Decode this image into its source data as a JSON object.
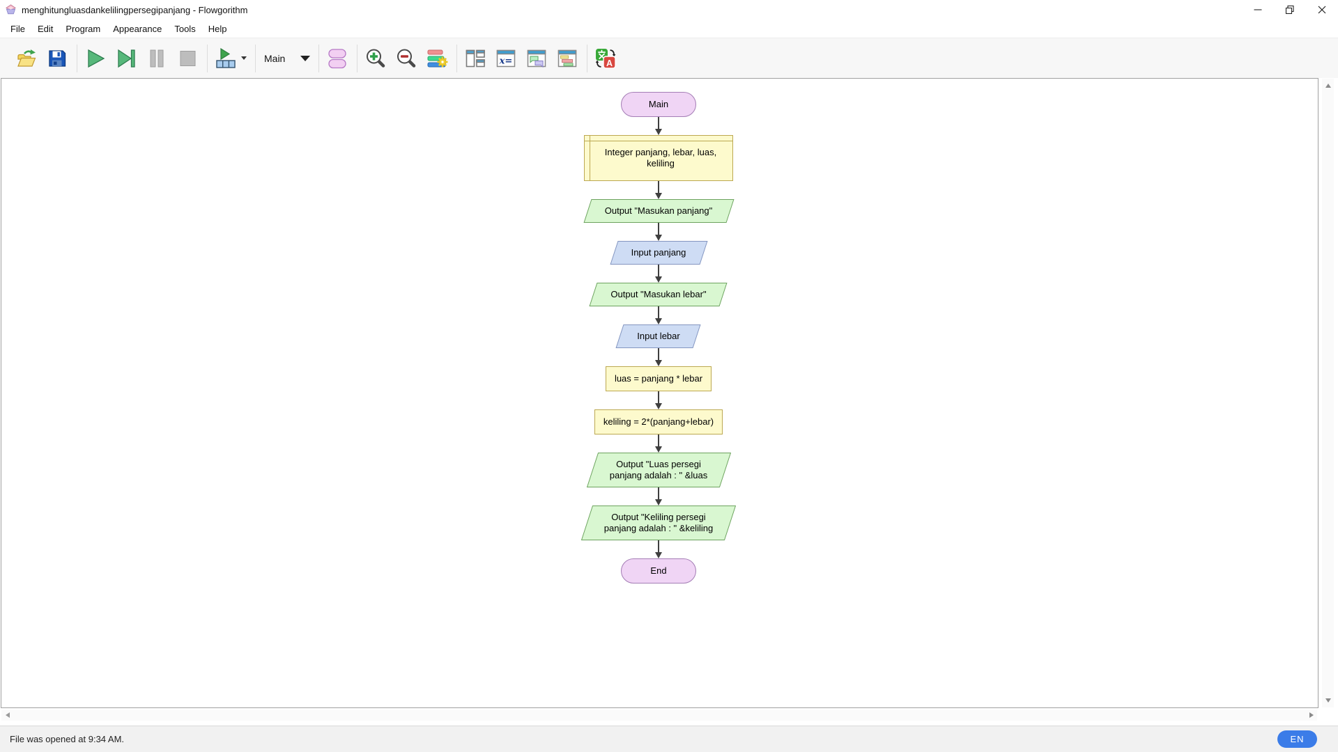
{
  "window": {
    "title": "menghitungluasdankelilingpersegipanjang - Flowgorithm",
    "app_icon": "flowgorithm-logo",
    "controls": [
      "minimize",
      "restore",
      "close"
    ]
  },
  "menu": {
    "items": [
      "File",
      "Edit",
      "Program",
      "Appearance",
      "Tools",
      "Help"
    ]
  },
  "toolbar": {
    "function_selector": "Main",
    "icons": [
      "open",
      "save",
      "run",
      "step",
      "pause",
      "stop",
      "run-to-window",
      "shape-style",
      "zoom-in",
      "zoom-out",
      "layout-settings",
      "window-layout",
      "variable-watch",
      "console",
      "source-viewer",
      "translate"
    ]
  },
  "flowchart": {
    "nodes": [
      {
        "type": "terminal",
        "text": "Main"
      },
      {
        "type": "declare",
        "text": "Integer panjang, lebar, luas,\nkeliling"
      },
      {
        "type": "output",
        "text": "Output \"Masukan panjang\""
      },
      {
        "type": "input",
        "text": "Input panjang"
      },
      {
        "type": "output",
        "text": "Output \"Masukan lebar\""
      },
      {
        "type": "input",
        "text": "Input lebar"
      },
      {
        "type": "assign",
        "text": "luas = panjang * lebar"
      },
      {
        "type": "assign",
        "text": "keliling = 2*(panjang+lebar)"
      },
      {
        "type": "output",
        "text": "Output \"Luas persegi\npanjang adalah : \" &luas"
      },
      {
        "type": "output",
        "text": "Output \"Keliling persegi\npanjang adalah : \" &keliling"
      },
      {
        "type": "terminal",
        "text": "End"
      }
    ],
    "palette": {
      "terminal": {
        "fill": "#F0D5F5",
        "stroke": "#A47DB5"
      },
      "declare": {
        "fill": "#FDFACD",
        "stroke": "#BCA850"
      },
      "assign": {
        "fill": "#FDFACD",
        "stroke": "#BCA850"
      },
      "output": {
        "fill": "#D9F7D1",
        "stroke": "#6CA25E"
      },
      "input": {
        "fill": "#CEDCF4",
        "stroke": "#8395C0"
      },
      "arrow": "#3F3F3F"
    }
  },
  "statusbar": {
    "message": "File was opened at 9:34 AM.",
    "language_badge": "EN"
  }
}
